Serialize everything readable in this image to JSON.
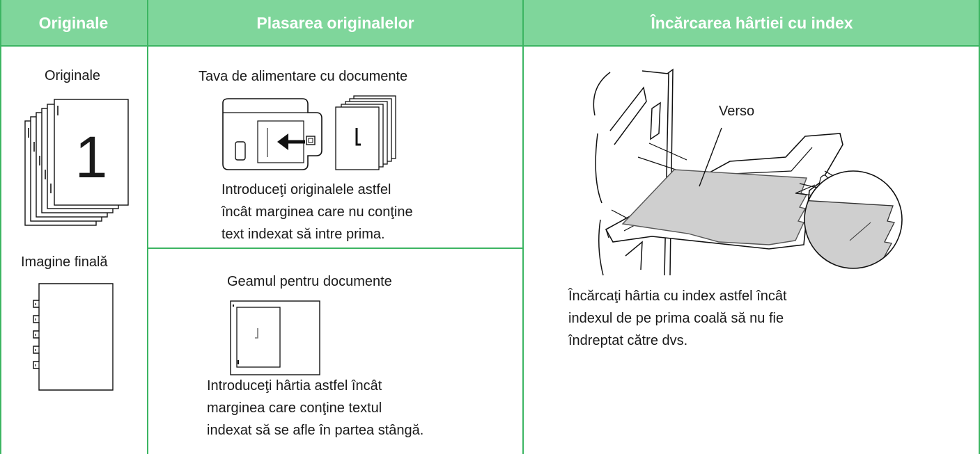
{
  "header": {
    "col1": "Originale",
    "col2": "Plasarea originalelor",
    "col3": "Încărcarea hârtiei cu index"
  },
  "col1": {
    "originals_label": "Originale",
    "page_number": "1",
    "final_label": "Imagine finală"
  },
  "col2": {
    "feeder_title": "Tava de alimentare cu documente",
    "feeder_instructions": [
      "Introduceţi originalele astfel",
      "încât marginea care nu conţine",
      "text indexat să intre prima."
    ],
    "glass_title": "Geamul pentru documente",
    "glass_instructions": [
      "Introduceţi hârtia astfel încât",
      "marginea care conţine textul",
      "indexat să se afle în partea stângă."
    ]
  },
  "col3": {
    "verso_label": "Verso",
    "instructions": [
      "Încărcaţi hârtia cu index astfel încât",
      "indexul de pe prima coală să nu fie",
      "îndreptat către dvs."
    ]
  },
  "colors": {
    "header_bg": "#7fd69b",
    "border": "#3cb562",
    "header_text": "#ffffff"
  }
}
